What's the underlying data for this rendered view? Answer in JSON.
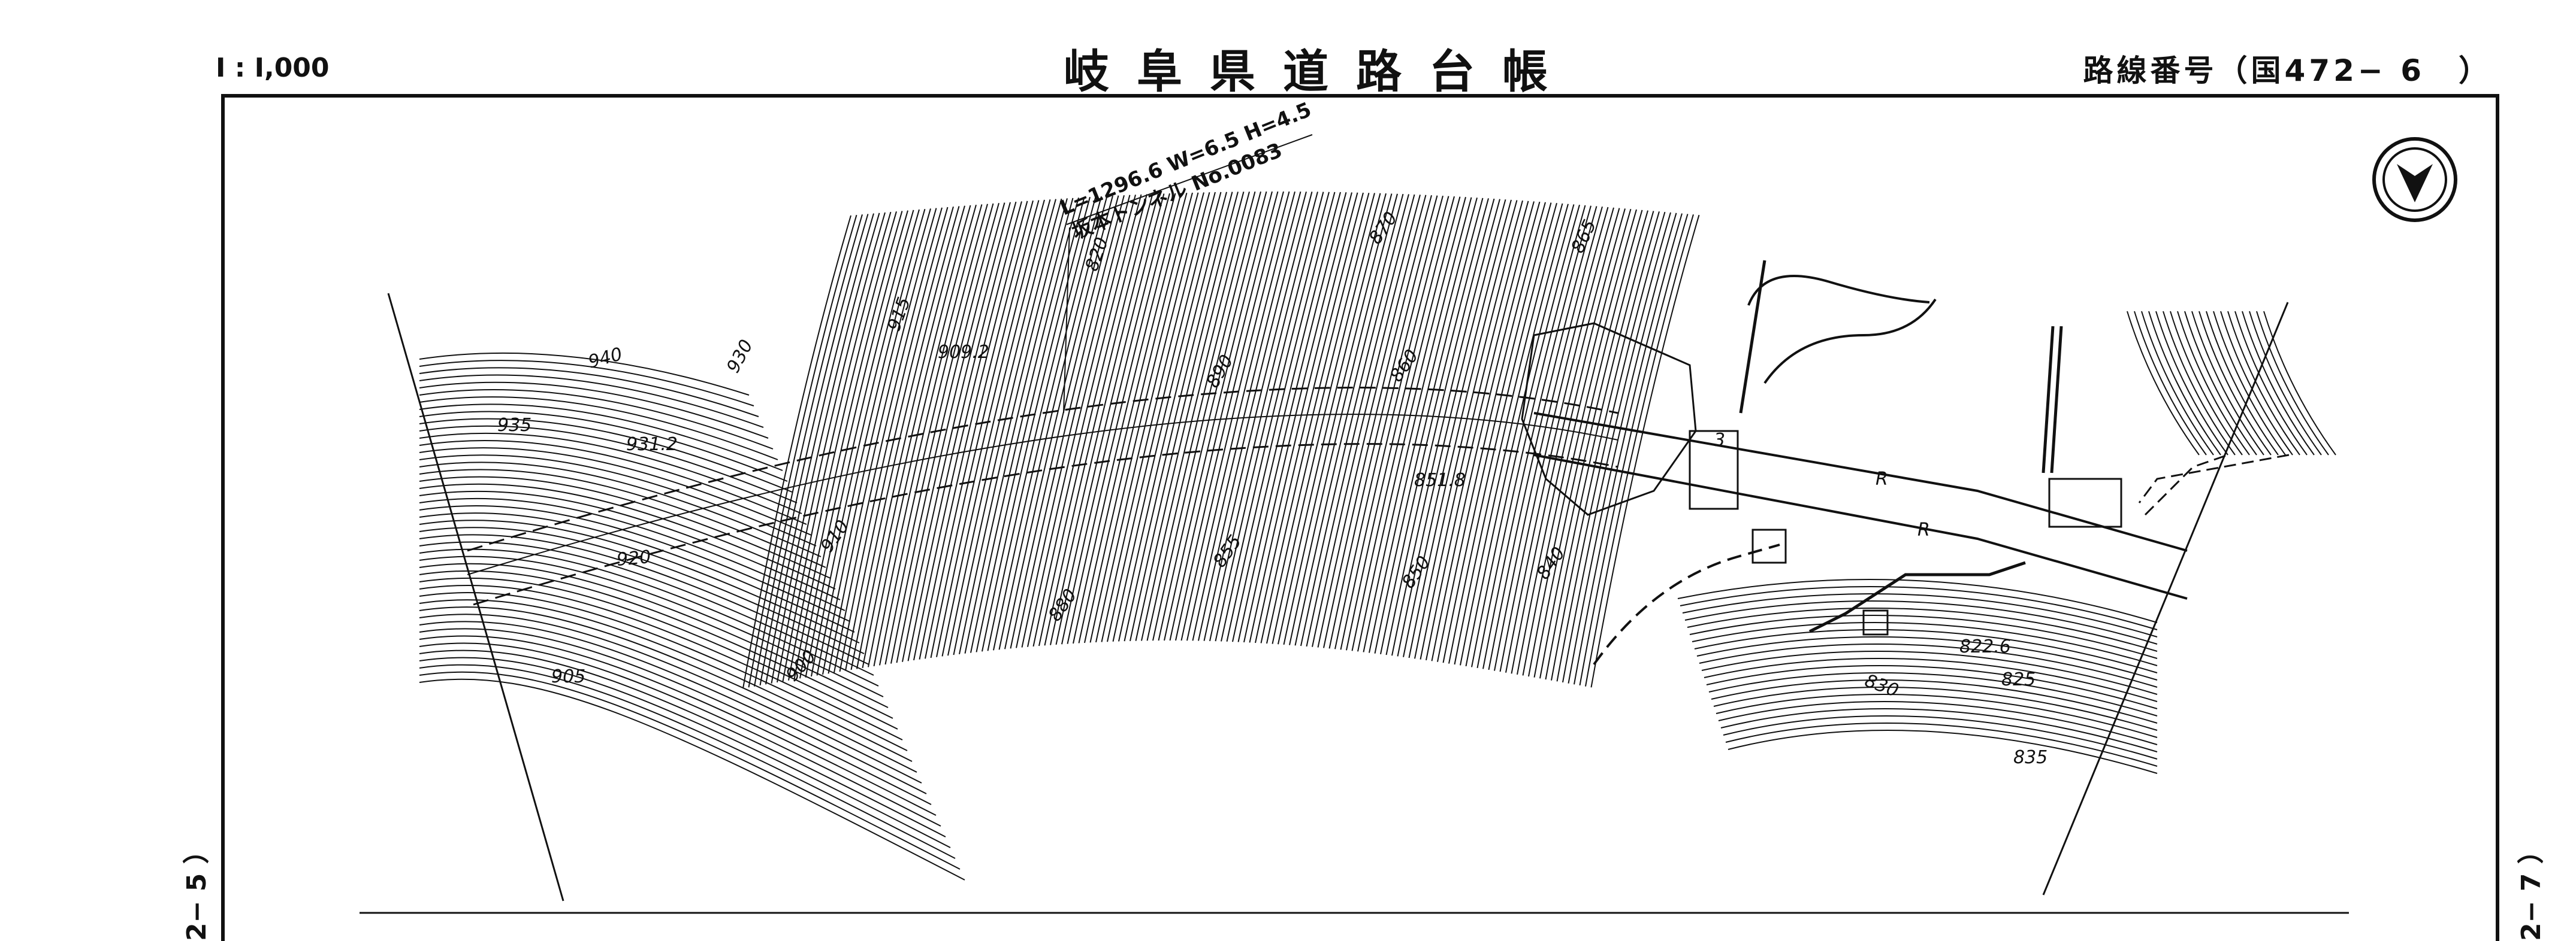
{
  "header": {
    "scale": "I : I,000",
    "title": "岐阜県道路台帳",
    "route": "路線番号（国472− 6　）"
  },
  "side_tabs": {
    "left": "2− 5 ）",
    "right": "2− 7 ）"
  },
  "tunnel": {
    "spec": "L=1296.6  W=6.5  H=4.5",
    "name": "坂本トンネル  No.0083"
  },
  "contours": [
    {
      "label": "940"
    },
    {
      "label": "935"
    },
    {
      "label": "930"
    },
    {
      "label": "915"
    },
    {
      "label": "920"
    },
    {
      "label": "910"
    },
    {
      "label": "905"
    },
    {
      "label": "900"
    },
    {
      "label": "880"
    },
    {
      "label": "870"
    },
    {
      "label": "860"
    },
    {
      "label": "855"
    },
    {
      "label": "850"
    },
    {
      "label": "840"
    },
    {
      "label": "835"
    },
    {
      "label": "830"
    },
    {
      "label": "825"
    },
    {
      "label": "820"
    },
    {
      "label": "890"
    },
    {
      "label": "865"
    }
  ],
  "spot_heights": [
    "931.2",
    "909.2",
    "851.8",
    "822.6"
  ],
  "road_marks": [
    "3",
    "R",
    "R"
  ],
  "north_symbol": "north-arrow"
}
